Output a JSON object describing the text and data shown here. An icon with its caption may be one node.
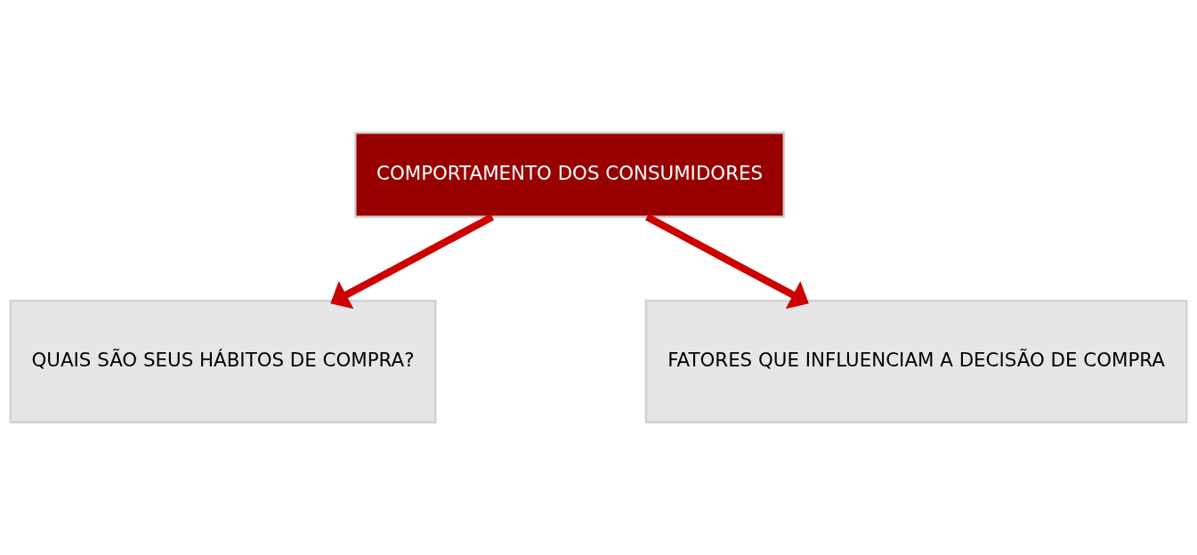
{
  "diagram": {
    "nodes": [
      {
        "text": [
          "COMPORTAMENTO DOS CONSUMIDORES"
        ]
      },
      {
        "text": [
          "QUAIS SÃO SEUS HÁBITOS DE COMPRA?"
        ]
      },
      {
        "text": [
          "FATORES QUE INFLUENCIAM A DECISÃO DE COMPRA"
        ]
      }
    ],
    "edges": [
      {
        "from": 0,
        "to": 1,
        "arrow": "to"
      },
      {
        "from": 0,
        "to": 2,
        "arrow": "to"
      }
    ]
  }
}
